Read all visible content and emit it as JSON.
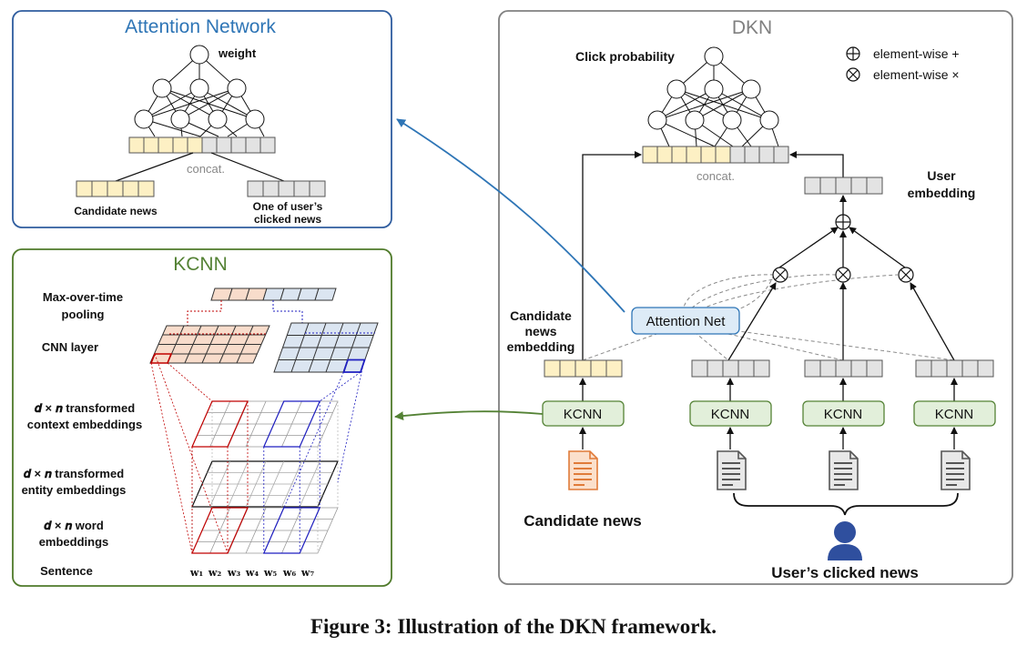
{
  "attention_panel": {
    "title": "Attention Network",
    "weight_label": "weight",
    "concat_label": "concat.",
    "candidate_label": "Candidate news",
    "clicked_label_line1": "One of user’s",
    "clicked_label_line2": "clicked news"
  },
  "kcnn_panel": {
    "title": "KCNN",
    "pooling_line1": "Max-over-time",
    "pooling_line2": "pooling",
    "cnn_label": "CNN layer",
    "context_line1": "𝒅 × 𝒏 transformed",
    "context_line2": "context embeddings",
    "entity_line1": "𝒅 × 𝒏 transformed",
    "entity_line2": "entity embeddings",
    "word_line1": "𝒅 × 𝒏 word",
    "word_line2": "embeddings",
    "sentence_label": "Sentence",
    "words": [
      "w₁",
      "w₂",
      "w₃",
      "w₄",
      "w₅",
      "w₆",
      "w₇"
    ]
  },
  "dkn_panel": {
    "title": "DKN",
    "click_probability": "Click probability",
    "legend_plus": "element-wise +",
    "legend_times": "element-wise ×",
    "concat_label": "concat.",
    "user_embedding_line1": "User",
    "user_embedding_line2": "embedding",
    "candidate_embedding_line1": "Candidate",
    "candidate_embedding_line2": "news",
    "candidate_embedding_line3": "embedding",
    "attention_net": "Attention Net",
    "kcnn_labels": [
      "KCNN",
      "KCNN",
      "KCNN",
      "KCNN"
    ],
    "candidate_news": "Candidate news",
    "users_clicked_news": "User’s clicked news"
  },
  "caption": "Figure 3: Illustration of the DKN framework.",
  "colors": {
    "attention_border": "#2e5c9e",
    "attention_title": "#2e75b6",
    "kcnn_border": "#4f7a2a",
    "kcnn_title": "#548235",
    "dkn_border": "#808080",
    "yellow_cell": "#fdf0c4",
    "gray_cell": "#e3e3e3",
    "kcnn_box": "#e2efda",
    "att_box": "#ddebf7",
    "red": "#c00000",
    "blue": "#1f1fc0",
    "orange_doc": "#e07b39",
    "user_icon": "#2f4f9e"
  }
}
